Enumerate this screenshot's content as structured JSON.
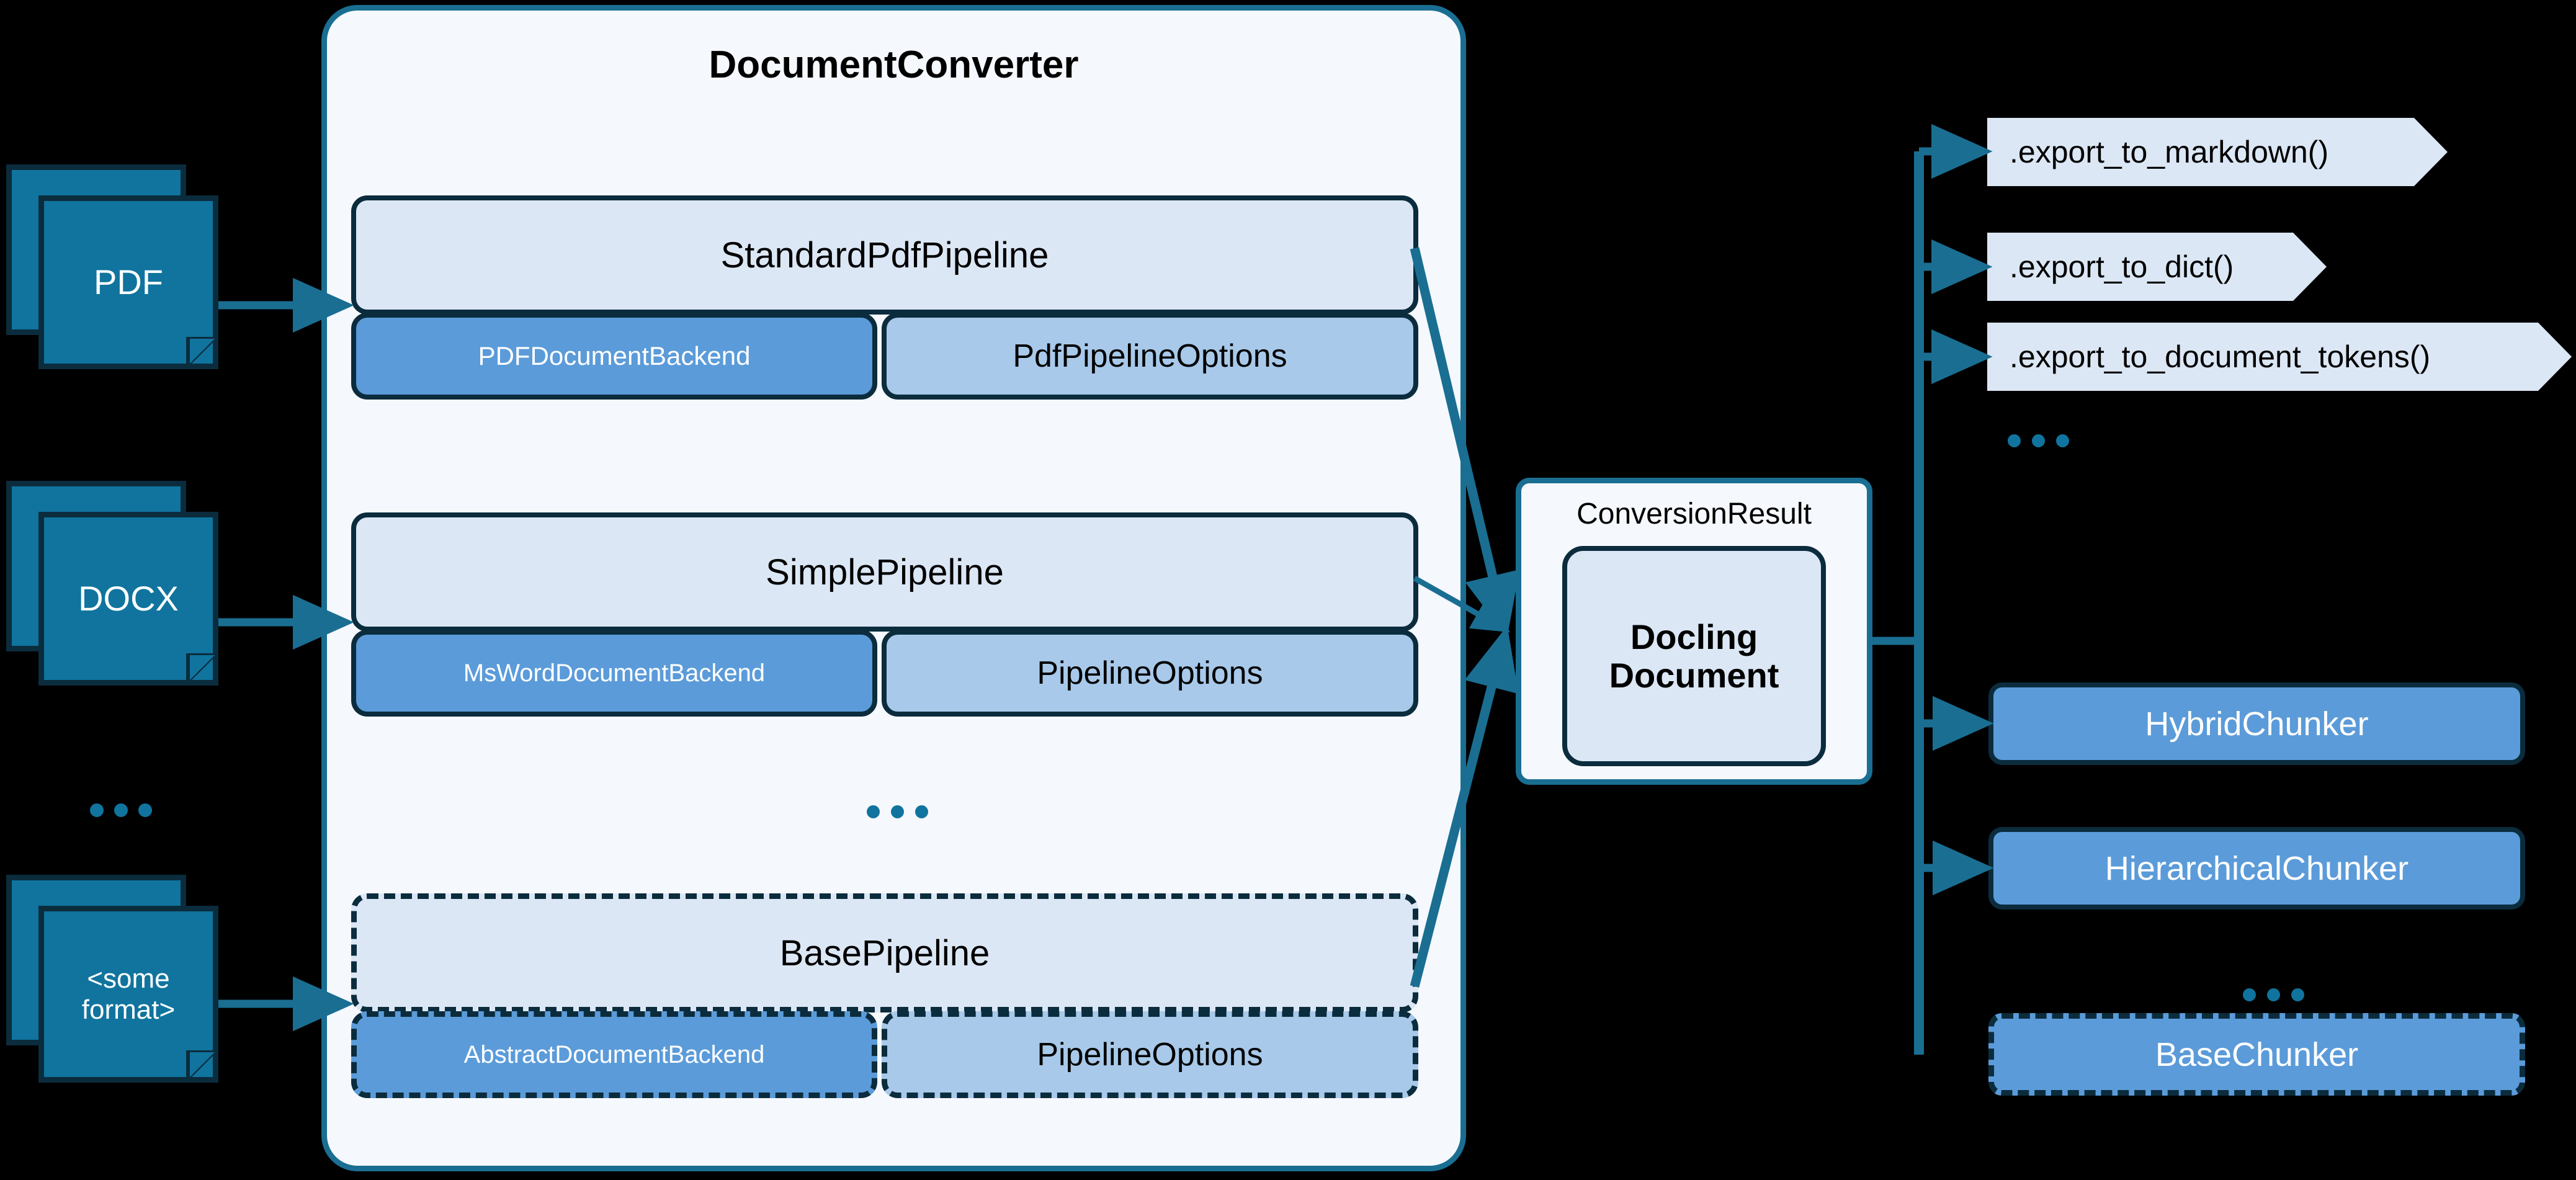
{
  "inputs": [
    {
      "id": "pdf",
      "label": "PDF"
    },
    {
      "id": "docx",
      "label": "DOCX"
    },
    {
      "id": "someformat",
      "label": "<some\nformat>"
    }
  ],
  "input_ellipsis": "...",
  "converter": {
    "title": "DocumentConverter",
    "ellipsis": "...",
    "pipelines": [
      {
        "name": "StandardPdfPipeline",
        "backend": "PDFDocumentBackend",
        "options": "PdfPipelineOptions",
        "dashed": false
      },
      {
        "name": "SimplePipeline",
        "backend": "MsWordDocumentBackend",
        "options": "PipelineOptions",
        "dashed": false
      },
      {
        "name": "BasePipeline",
        "backend": "AbstractDocumentBackend",
        "options": "PipelineOptions",
        "dashed": true
      }
    ]
  },
  "result": {
    "label": "ConversionResult",
    "doc_line1": "Docling",
    "doc_line2": "Document"
  },
  "exports": [
    {
      "label": ".export_to_markdown()"
    },
    {
      "label": ".export_to_dict()"
    },
    {
      "label": ".export_to_document_tokens()"
    }
  ],
  "exports_ellipsis": "...",
  "chunkers": [
    {
      "label": "HybridChunker",
      "dashed": false
    },
    {
      "label": "HierarchicalChunker",
      "dashed": false
    },
    {
      "label": "BaseChunker",
      "dashed": true
    }
  ],
  "chunkers_ellipsis": "...",
  "colors": {
    "background": "#000000",
    "doc_fill": "#10749E",
    "doc_stroke": "#0B2C3D",
    "panel_fill": "#F5F8FD",
    "panel_stroke": "#1A6E92",
    "pipeline_fill": "#DCE7F5",
    "backend_fill": "#5B9BD9",
    "options_fill": "#A8C9E9",
    "arrow": "#1A6E92",
    "box_stroke": "#0B2C3D"
  }
}
